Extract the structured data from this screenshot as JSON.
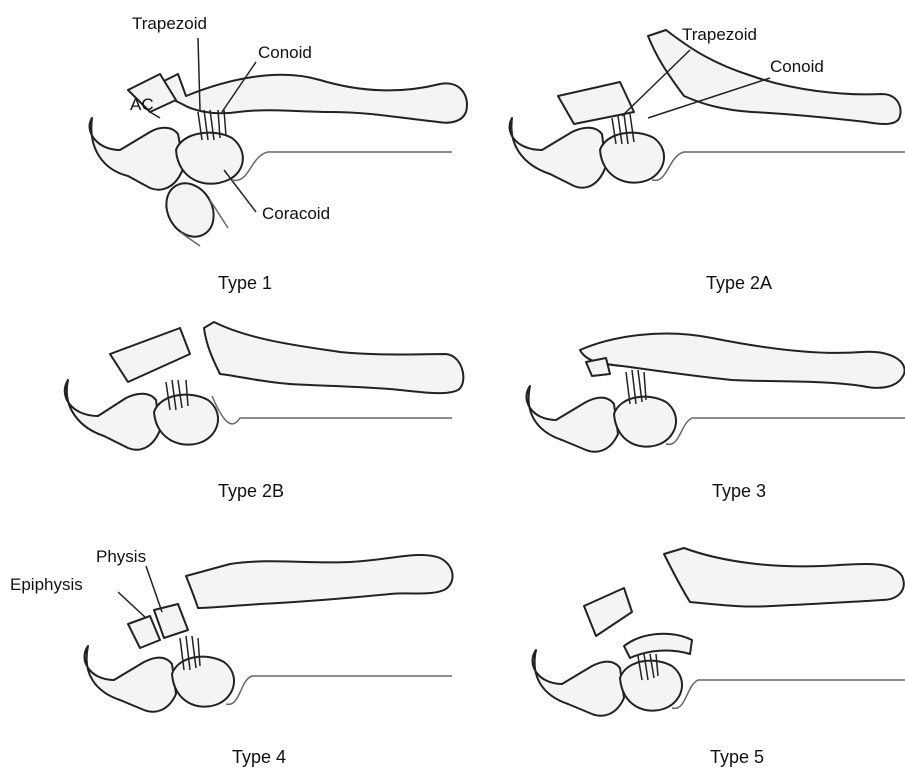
{
  "panels": [
    {
      "caption": "Type 1",
      "labels": {
        "trapezoid": "Trapezoid",
        "conoid": "Conoid",
        "ac": "AC",
        "coracoid": "Coracoid"
      }
    },
    {
      "caption": "Type 2A",
      "labels": {
        "trapezoid": "Trapezoid",
        "conoid": "Conoid"
      }
    },
    {
      "caption": "Type 2B"
    },
    {
      "caption": "Type 3"
    },
    {
      "caption": "Type 4",
      "labels": {
        "physis": "Physis",
        "epiphysis": "Epiphysis"
      }
    },
    {
      "caption": "Type 5"
    }
  ],
  "colors": {
    "ink": "#222222",
    "bone": "#f4f4f4",
    "shade": "#d6d6d6"
  }
}
